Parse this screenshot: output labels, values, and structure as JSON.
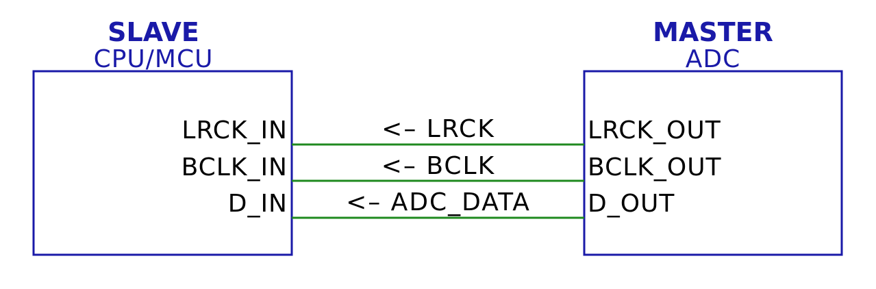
{
  "slave": {
    "title": "SLAVE",
    "subtitle": "CPU/MCU",
    "pins": [
      "LRCK_IN",
      "BCLK_IN",
      "D_IN"
    ]
  },
  "master": {
    "title": "MASTER",
    "subtitle": "ADC",
    "pins": [
      "LRCK_OUT",
      "BCLK_OUT",
      "D_OUT"
    ]
  },
  "signals": [
    "<– LRCK",
    "<– BCLK",
    "<– ADC_DATA"
  ],
  "colors": {
    "block": "#1a1aa8",
    "wire": "#1f8a1f",
    "text": "#000000"
  }
}
